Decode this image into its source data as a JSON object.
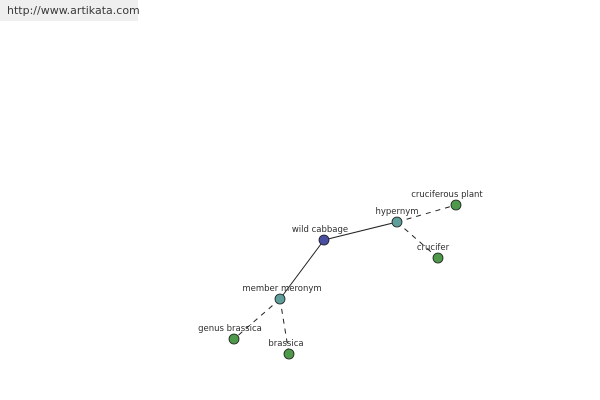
{
  "header": {
    "url": "http://www.artikata.com"
  },
  "graph": {
    "colors": {
      "center": "#4a4ea0",
      "relation": "#5f9e9b",
      "term": "#4f9a4a",
      "edge": "#222222"
    },
    "nodes": [
      {
        "id": "wild-cabbage",
        "label": "wild cabbage",
        "kind": "center"
      },
      {
        "id": "hypernym",
        "label": "hypernym",
        "kind": "relation"
      },
      {
        "id": "member-meronym",
        "label": "member meronym",
        "kind": "relation"
      },
      {
        "id": "cruciferous-plant",
        "label": "cruciferous plant",
        "kind": "term"
      },
      {
        "id": "crucifer",
        "label": "crucifer",
        "kind": "term"
      },
      {
        "id": "genus-brassica",
        "label": "genus brassica",
        "kind": "term"
      },
      {
        "id": "brassica",
        "label": "brassica",
        "kind": "term"
      }
    ],
    "edges": [
      {
        "from": "wild-cabbage",
        "to": "hypernym",
        "style": "solid"
      },
      {
        "from": "wild-cabbage",
        "to": "member-meronym",
        "style": "solid"
      },
      {
        "from": "hypernym",
        "to": "cruciferous-plant",
        "style": "dashed"
      },
      {
        "from": "hypernym",
        "to": "crucifer",
        "style": "dashed"
      },
      {
        "from": "member-meronym",
        "to": "genus-brassica",
        "style": "dashed"
      },
      {
        "from": "member-meronym",
        "to": "brassica",
        "style": "dashed"
      }
    ]
  }
}
